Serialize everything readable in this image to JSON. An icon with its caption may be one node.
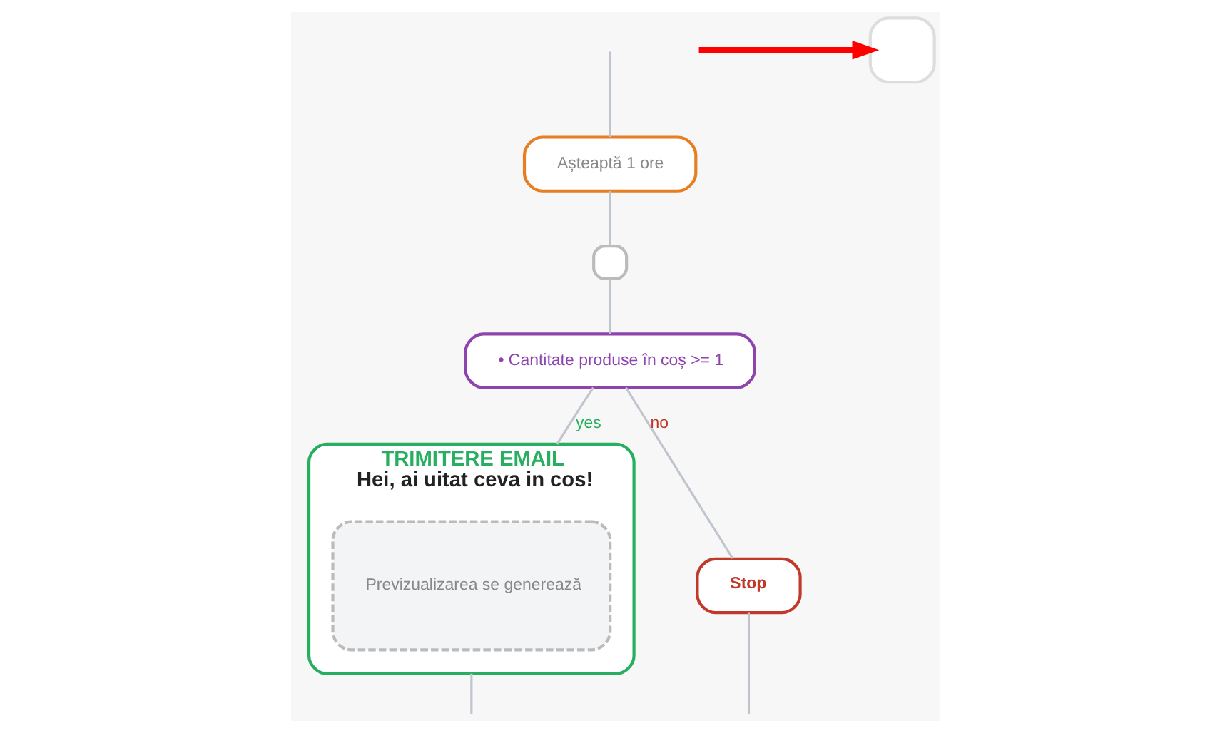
{
  "diagram": {
    "nodes": [
      {
        "text": [
          "Așteaptă 1 ore"
        ]
      },
      {
        "text": [],
        "shape": "box"
      },
      {
        "text": [
          "• Cantitate produse în coș >= 1"
        ]
      },
      {
        "text": [
          "TRIMITERE EMAIL",
          "Hei, ai uitat ceva in cos!"
        ]
      },
      {
        "text": [
          "Previzualizarea se generează"
        ],
        "in": 3
      },
      {
        "text": [
          "Stop"
        ]
      },
      {
        "text": [],
        "shape": "box"
      }
    ],
    "edges": [
      {
        "from": null,
        "to": 0,
        "arrow": "none"
      },
      {
        "from": 0,
        "to": 1,
        "arrow": "none"
      },
      {
        "from": 1,
        "to": 2,
        "arrow": "none"
      },
      {
        "from": 2,
        "to": 3,
        "arrow": "none",
        "label": "yes"
      },
      {
        "from": 2,
        "to": 5,
        "arrow": "none",
        "label": "no"
      },
      {
        "from": 3,
        "to": null,
        "arrow": "none"
      },
      {
        "from": 5,
        "to": null,
        "arrow": "none"
      },
      {
        "from": null,
        "to": 6,
        "arrow": "to",
        "style": "thick",
        "color": "#ff0000"
      }
    ]
  }
}
